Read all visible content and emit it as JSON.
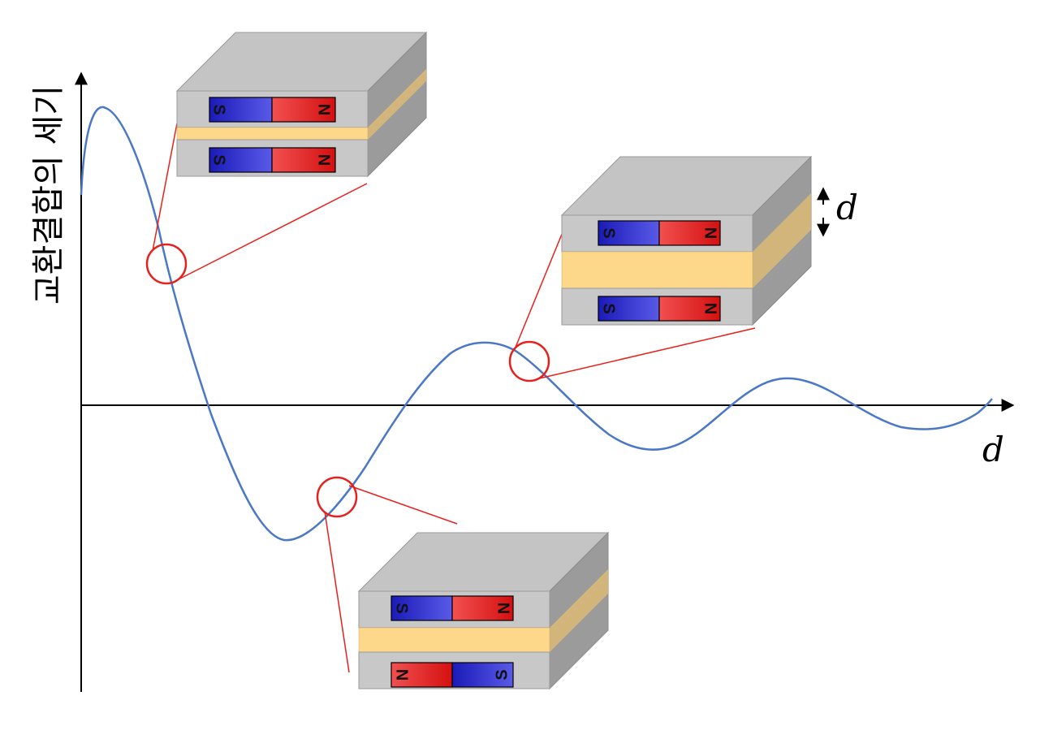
{
  "y_axis_label": "교환결합의 세기",
  "x_axis_label": "d",
  "thickness_label": "d",
  "pole_south": "S",
  "pole_north": "N",
  "colors": {
    "curve": "#4a78c6",
    "callout": "#e8201c",
    "spacer": "#fdd88a",
    "layer": "#c8c8c8",
    "south": "#1414c8",
    "north": "#e01818"
  },
  "panels": [
    {
      "name": "ferromagnetic-stack-1",
      "top_magnet": [
        "S",
        "N"
      ],
      "bottom_magnet": [
        "S",
        "N"
      ]
    },
    {
      "name": "ferromagnetic-stack-2",
      "top_magnet": [
        "S",
        "N"
      ],
      "bottom_magnet": [
        "S",
        "N"
      ]
    },
    {
      "name": "antiferromagnetic-stack",
      "top_magnet": [
        "S",
        "N"
      ],
      "bottom_magnet": [
        "N",
        "S"
      ]
    }
  ]
}
